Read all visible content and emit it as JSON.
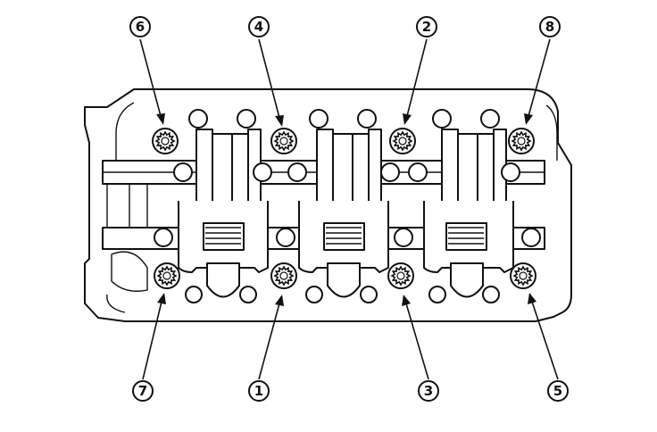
{
  "callouts": [
    {
      "id": "bolt-6",
      "label": "6"
    },
    {
      "id": "bolt-4",
      "label": "4"
    },
    {
      "id": "bolt-2",
      "label": "2"
    },
    {
      "id": "bolt-8",
      "label": "8"
    },
    {
      "id": "bolt-7",
      "label": "7"
    },
    {
      "id": "bolt-1",
      "label": "1"
    },
    {
      "id": "bolt-3",
      "label": "3"
    },
    {
      "id": "bolt-5",
      "label": "5"
    }
  ]
}
